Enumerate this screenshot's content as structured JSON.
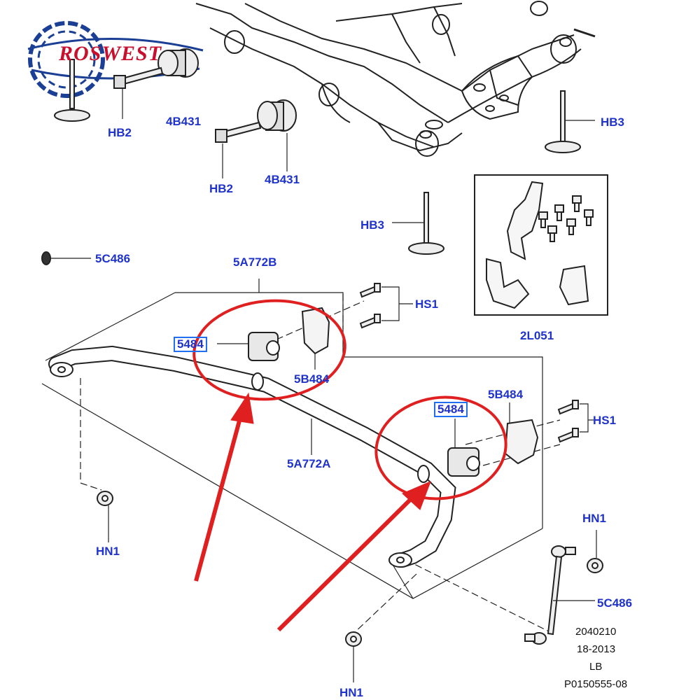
{
  "logo": {
    "text": "ROSWEST"
  },
  "labels": {
    "hb2_top": "HB2",
    "b431_top": "4B431",
    "hb2_mid": "HB2",
    "b431_mid": "4B431",
    "hb3_right": "HB3",
    "hb3_center": "HB3",
    "c486_top": "5C486",
    "a772b": "5A772B",
    "hs1_top": "HS1",
    "box_5484_left": "5484",
    "b484_left": "5B484",
    "l051": "2L051",
    "b484_right": "5B484",
    "box_5484_right": "5484",
    "hs1_bottom": "HS1",
    "a772a": "5A772A",
    "hn1_left": "HN1",
    "hn1_right": "HN1",
    "c486_bottom": "5C486",
    "hn1_bottom": "HN1"
  },
  "footer": {
    "line1": "2040210",
    "line2": "18-2013",
    "line3": "LB",
    "line4": "P0150555-08"
  },
  "colors": {
    "label_blue": "#1f33cc",
    "highlight_red": "#e02020",
    "logo_red": "#c8102e",
    "logo_blue": "#1b3f94"
  }
}
